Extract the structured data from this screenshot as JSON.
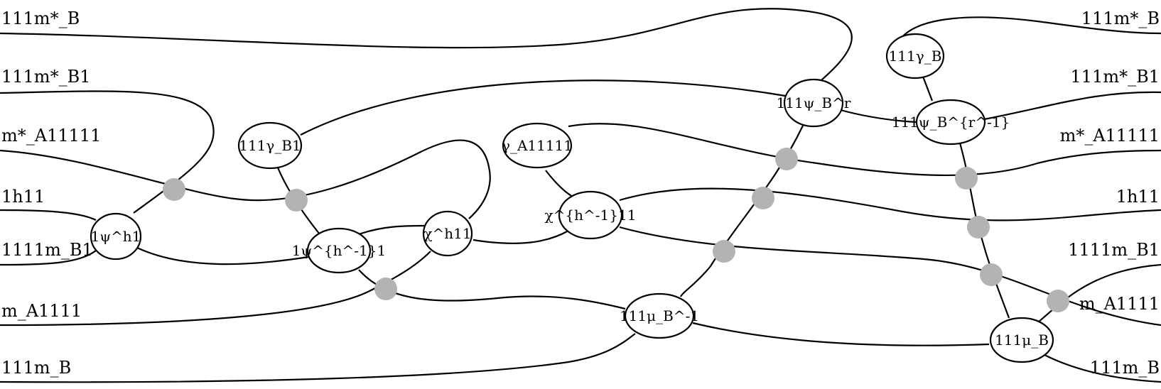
{
  "diagram": {
    "left_labels": [
      {
        "id": "l-111mBstar",
        "text": "111m*_B"
      },
      {
        "id": "l-111mBstar1",
        "text": "111m*_B1"
      },
      {
        "id": "l-mAstar11111",
        "text": "m*_A11111"
      },
      {
        "id": "l-1h11",
        "text": "1h11"
      },
      {
        "id": "l-1111mB1",
        "text": "1111m_B1"
      },
      {
        "id": "l-mA1111",
        "text": "m_A1111"
      },
      {
        "id": "l-111mB",
        "text": "111m_B"
      }
    ],
    "right_labels": [
      {
        "id": "r-111mBstar",
        "text": "111m*_B"
      },
      {
        "id": "r-111mBstar1",
        "text": "111m*_B1"
      },
      {
        "id": "r-mAstar11111",
        "text": "m*_A11111"
      },
      {
        "id": "r-1h11",
        "text": "1h11"
      },
      {
        "id": "r-1111mB1",
        "text": "1111m_B1"
      },
      {
        "id": "r-mA1111",
        "text": "m_A1111"
      },
      {
        "id": "r-111mB",
        "text": "111m_B"
      }
    ],
    "nodes": [
      {
        "id": "n-1psih1",
        "text": "1ψ^h1"
      },
      {
        "id": "n-111gammaB1",
        "text": "111γ_B1"
      },
      {
        "id": "n-1psihinv1",
        "text": "1ψ^{h^-1}1"
      },
      {
        "id": "n-chih11",
        "text": "χ^h11"
      },
      {
        "id": "n-gammaA11111",
        "text": "γ_A11111"
      },
      {
        "id": "n-chihinv11",
        "text": "χ^{h^-1}11"
      },
      {
        "id": "n-111muBinv",
        "text": "111μ_B^-1"
      },
      {
        "id": "n-111psiBr",
        "text": "111ψ_B^r"
      },
      {
        "id": "n-111gammaB",
        "text": "111γ_B"
      },
      {
        "id": "n-111psiBrinv",
        "text": "111ψ_B^{r^-1}"
      },
      {
        "id": "n-111muB",
        "text": "111μ_B"
      }
    ]
  }
}
